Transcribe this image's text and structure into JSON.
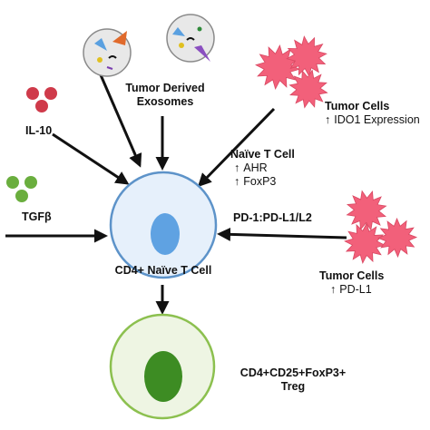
{
  "labels": {
    "exosomes_line1": "Tumor Derived",
    "exosomes_line2": "Exosomes",
    "il10": "IL-10",
    "tgfb": "TGFβ",
    "tumor_cells_top_title": "Tumor Cells",
    "tumor_cells_top_detail": "IDO1 Expression",
    "naive_t_cell_title": "Naïve T Cell",
    "naive_detail_1": "AHR",
    "naive_detail_2": "FoxP3",
    "pd1_pdl": "PD-1:PD-L1/L2",
    "tumor_cells_bottom_title": "Tumor Cells",
    "tumor_cells_bottom_detail": "PD-L1",
    "cd4_naive": "CD4+ Naïve T Cell",
    "treg_line1": "CD4+CD25+FoxP3+",
    "treg_line2": "Treg"
  },
  "icons": {
    "up_arrow": "↑",
    "naive_cell": "naive-t-cell-icon",
    "treg_cell": "treg-cell-icon",
    "exosome": "exosome-icon",
    "tumor_cell": "tumor-cell-icon"
  },
  "colors": {
    "naive_cell_fill": "#e6f0fb",
    "naive_cell_stroke": "#5d93c9",
    "naive_nucleus": "#5fa2e2",
    "treg_fill": "#eef5e3",
    "treg_stroke": "#8cc04f",
    "treg_nucleus": "#3d8c23",
    "il10_dots": "#cf3a4a",
    "tgfb_dots": "#6aae3e",
    "tumor": "#f2607a",
    "exosome_fill": "#e8e8e8",
    "arrow": "#111111"
  }
}
